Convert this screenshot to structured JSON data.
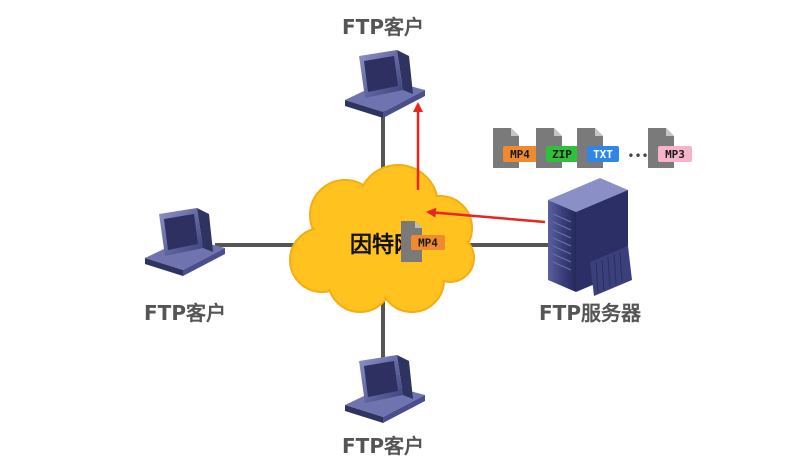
{
  "labels": {
    "client_top": "FTP客户",
    "client_left": "FTP客户",
    "client_bottom": "FTP客户",
    "server": "FTP服务器",
    "internet": "因特网"
  },
  "files": [
    {
      "name": "MP4",
      "color": "#f08a2e",
      "text_color": "#1a1a1a"
    },
    {
      "name": "ZIP",
      "color": "#2fbf3a",
      "text_color": "#1a1a1a"
    },
    {
      "name": "TXT",
      "color": "#2f86e6",
      "text_color": "#ffffff"
    },
    {
      "name": "MP3",
      "color": "#f7b3c9",
      "text_color": "#1a1a1a"
    }
  ],
  "ellipsis": "•••",
  "transfer_file": {
    "name": "MP4",
    "color": "#f08a2e",
    "text_color": "#1a1a1a"
  },
  "colors": {
    "cloud": "#ffc21f",
    "cloud_edge": "#f4ad12",
    "arrow": "#e8261f",
    "link": "#555555",
    "device": "#3a3f7a",
    "screen": "#2d3061"
  }
}
